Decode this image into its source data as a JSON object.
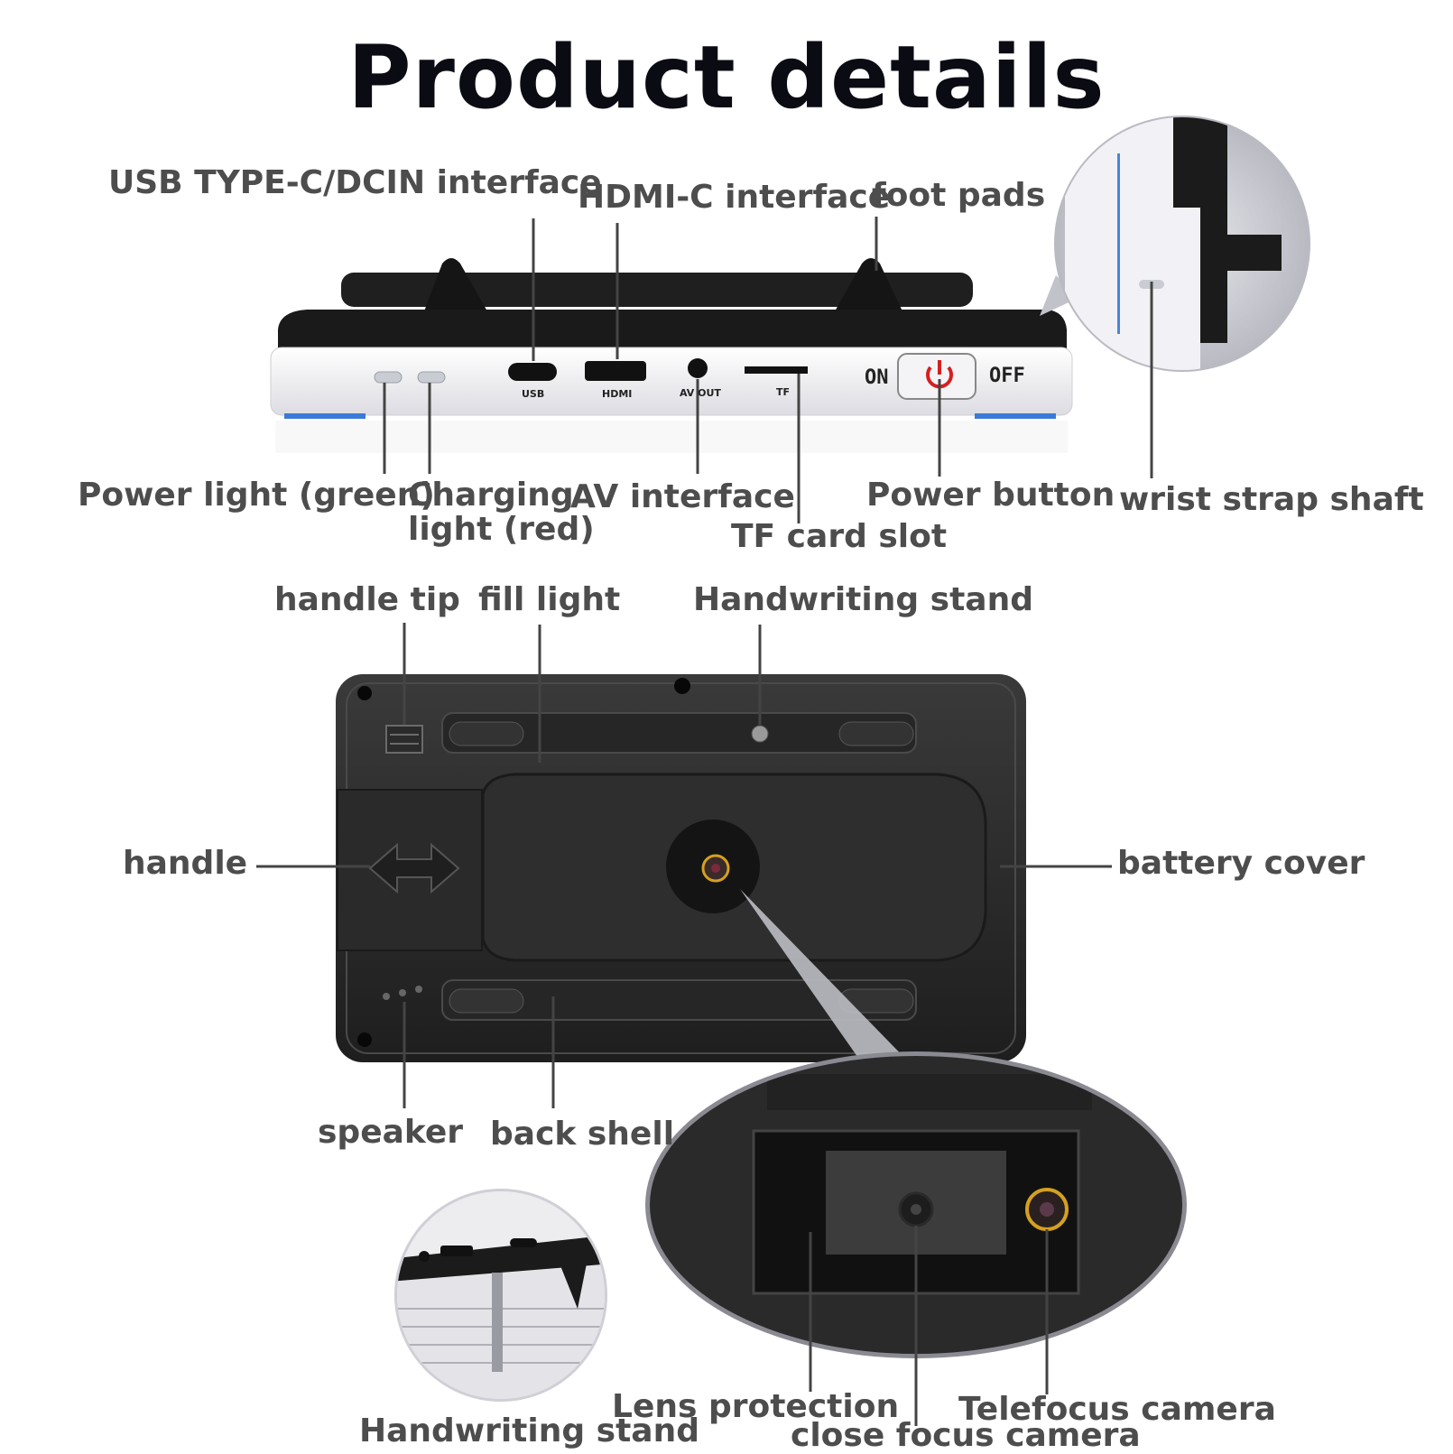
{
  "title": "Product details",
  "labels": {
    "usb_interface": "USB TYPE-C/DCIN interface",
    "hdmi_interface": "HDMI-C interface",
    "foot_pads": "foot pads",
    "power_light": "Power light (green)",
    "charging_light": "Charging\nlight (red)",
    "av_interface": "AV interface",
    "tf_card_slot": "TF card slot",
    "power_button": "Power button",
    "wrist_strap_shaft": "wrist strap shaft",
    "handle_tip": "handle tip",
    "fill_light": "fill light",
    "handwriting_stand_top": "Handwriting stand",
    "handle": "handle",
    "battery_cover": "battery cover",
    "speaker": "speaker",
    "back_shell": "back shell",
    "lens_protection": "Lens protection",
    "close_focus_camera": "close focus camera",
    "telefocus_camera": "Telefocus camera",
    "handwriting_stand_bottom": "Handwriting stand"
  },
  "device_markings": {
    "usb": "USB",
    "hdmi": "HDMI",
    "av_out": "AV OUT",
    "tf": "TF",
    "on": "ON",
    "off": "OFF"
  },
  "colors": {
    "label_text": "#4d4d4d",
    "device_body": "#2b2b2b",
    "device_white": "#f2f2f4",
    "power_red": "#d62020",
    "lens_ring": "#d4a020"
  }
}
